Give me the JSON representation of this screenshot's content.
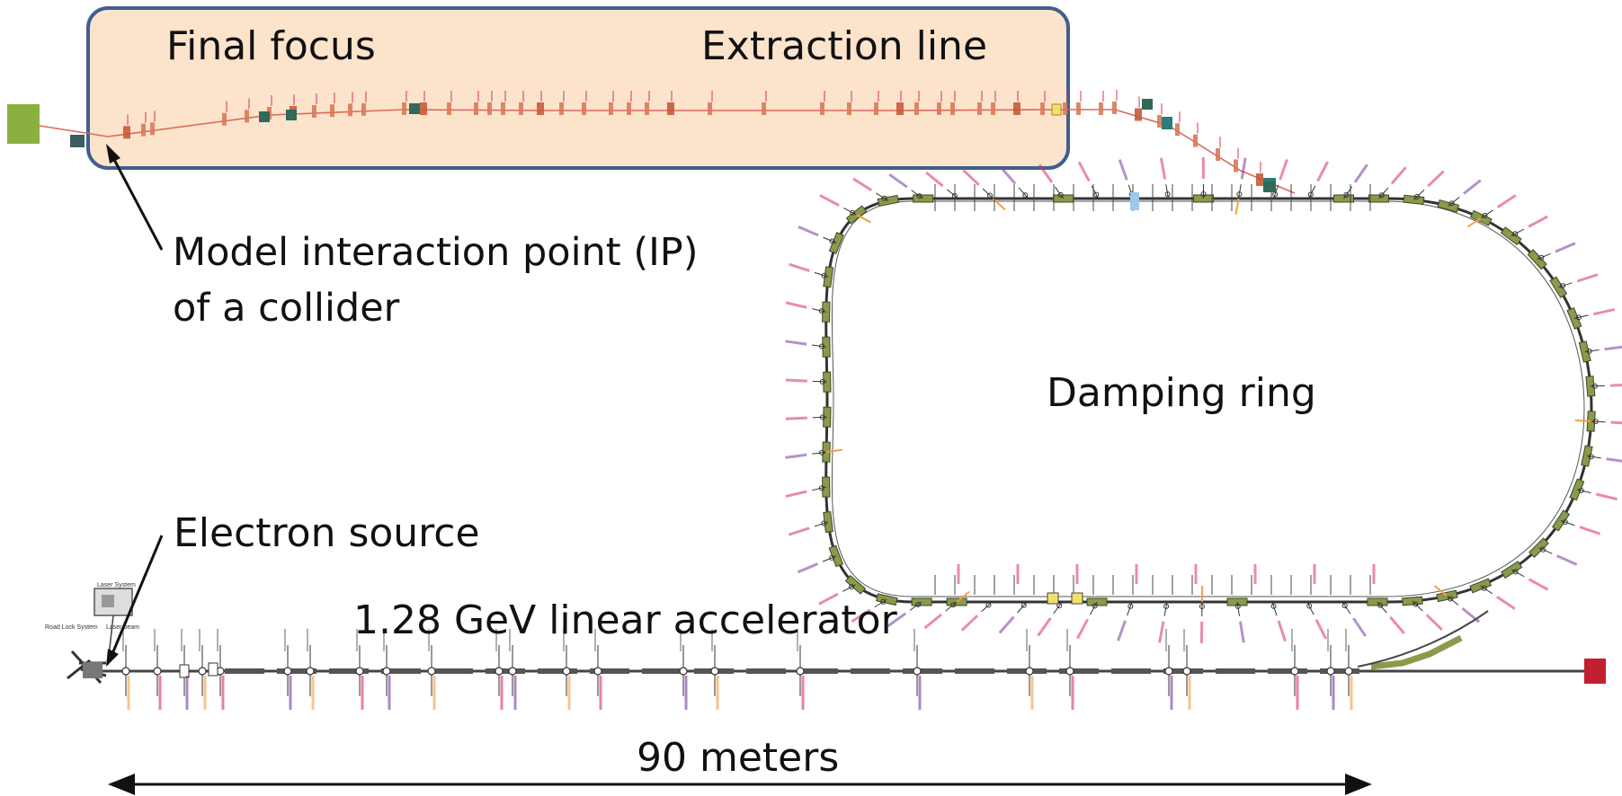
{
  "labels": {
    "final_focus": "Final focus",
    "extraction_line": "Extraction line",
    "ip_line1": "Model interaction point (IP)",
    "ip_line2": "of a collider",
    "damping_ring": "Damping ring",
    "electron_source": "Electron source",
    "linac": "1.28 GeV linear accelerator",
    "scale": "90 meters"
  },
  "small_labels": {
    "laser_system": "Laser System",
    "load_lock": "Road Lock System",
    "laser_beam": "Laser beam"
  },
  "colors": {
    "highlight_fill": "#fce3cc",
    "highlight_border": "#3f5f8f",
    "beamline": "#d96a5a",
    "magnet_green": "#8a9a4a",
    "label_red": "#d83060",
    "label_purple": "#7a3a9a",
    "dump_red": "#c02030",
    "source_green": "#8ab040",
    "dark_teal": "#2f6a5a",
    "orange": "#f0a040"
  }
}
